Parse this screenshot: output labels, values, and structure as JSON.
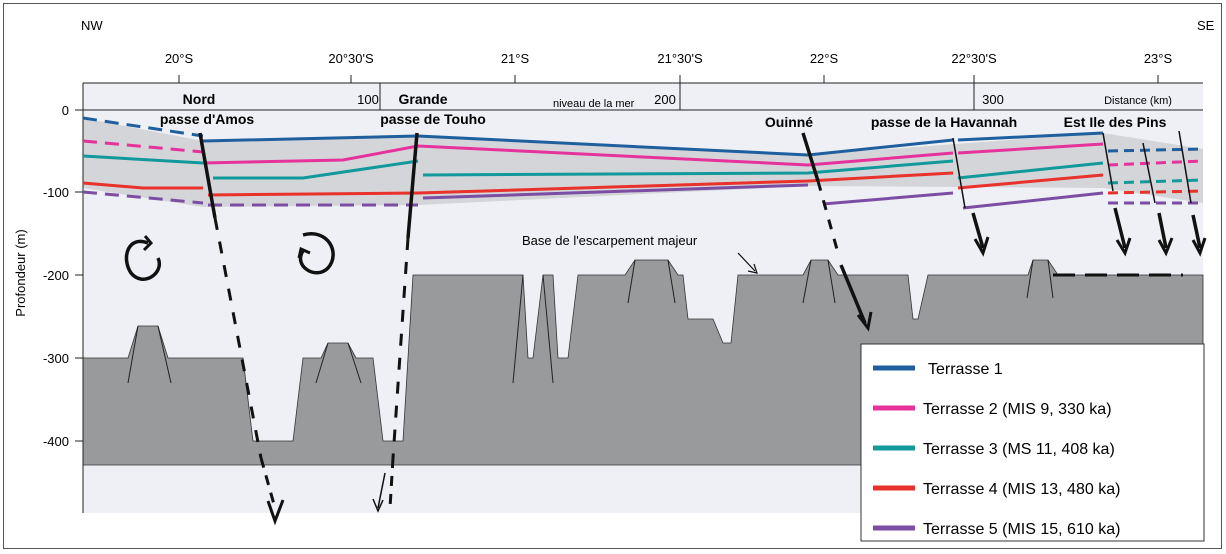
{
  "orientation": {
    "left": "NW",
    "right": "SE"
  },
  "latitudes": [
    "20°S",
    "20°30'S",
    "21°S",
    "21°30'S",
    "22°S",
    "22°30'S",
    "23°S"
  ],
  "distances": [
    "100",
    "200",
    "300"
  ],
  "distance_label": "Distance (km)",
  "sea_level_label": "niveau de la mer",
  "y_axis": {
    "label": "Profondeur (m)",
    "ticks": [
      "0",
      "-100",
      "-200",
      "-300",
      "-400"
    ]
  },
  "places": {
    "nord_line1": "Nord",
    "nord_line2": "passe d'Amos",
    "grande_line1": "Grande",
    "grande_line2": "passe de Touho",
    "ouinne": "Ouinné",
    "havannah": "passe de la Havannah",
    "pins": "Est Ile des Pins"
  },
  "escarpment_label": "Base de l'escarpement majeur",
  "legend": [
    {
      "label": "Terrasse 1",
      "color": "#1f5f9e"
    },
    {
      "label": "Terrasse 2 (MIS 9, 330 ka)",
      "color": "#e6329b"
    },
    {
      "label": "Terrasse 3 (MS 11, 408 ka)",
      "color": "#12999b"
    },
    {
      "label": "Terrasse 4 (MIS 13, 480 ka)",
      "color": "#e8322b"
    },
    {
      "label": "Terrasse 5 (MIS 15, 610 ka)",
      "color": "#7b4ea3"
    }
  ],
  "colors": {
    "ocean": "#eef0f5",
    "terrace_band": "#d4d5d8",
    "bedrock": "#999a9c",
    "fault": "#111111"
  }
}
